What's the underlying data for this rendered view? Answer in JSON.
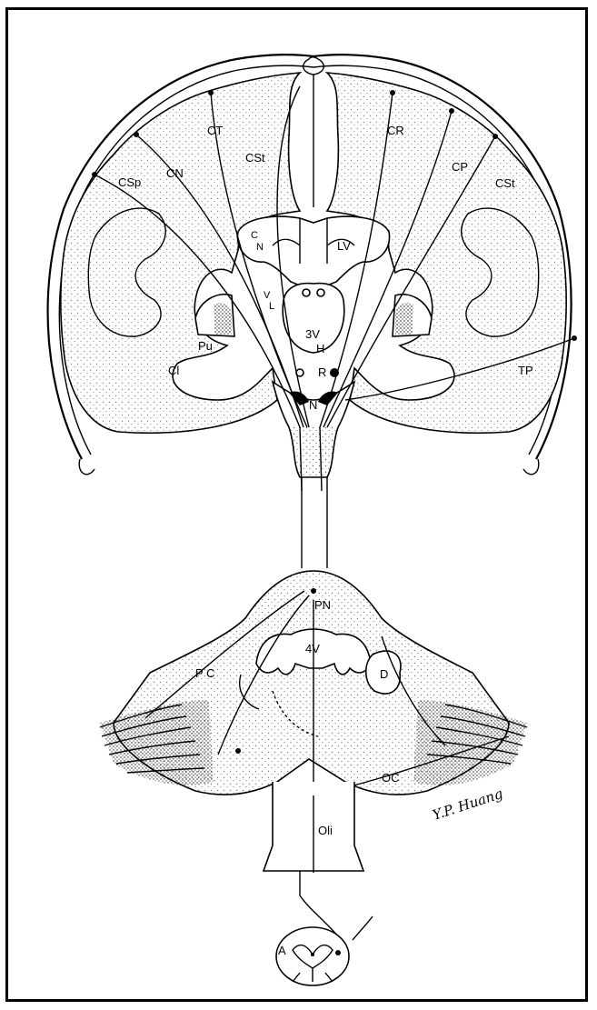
{
  "labels": {
    "ct": "CT",
    "cst_left": "CSt",
    "cn": "CN",
    "csp": "CSp",
    "cr": "CR",
    "cp": "CP",
    "cst_right": "CSt",
    "c": "C",
    "n_caudate": "N",
    "lv": "LV",
    "v": "V",
    "l": "L",
    "third_ventricle": "3V",
    "h": "H",
    "pu": "Pu",
    "cl": "Cl",
    "tp": "TP",
    "r": "R",
    "n_nigra": "N",
    "pn": "PN",
    "fourth_ventricle": "4V",
    "pc": "P C",
    "d": "D",
    "oc": "OC",
    "oli": "Oli",
    "a": "A"
  },
  "signature": "Y.P. Huang"
}
